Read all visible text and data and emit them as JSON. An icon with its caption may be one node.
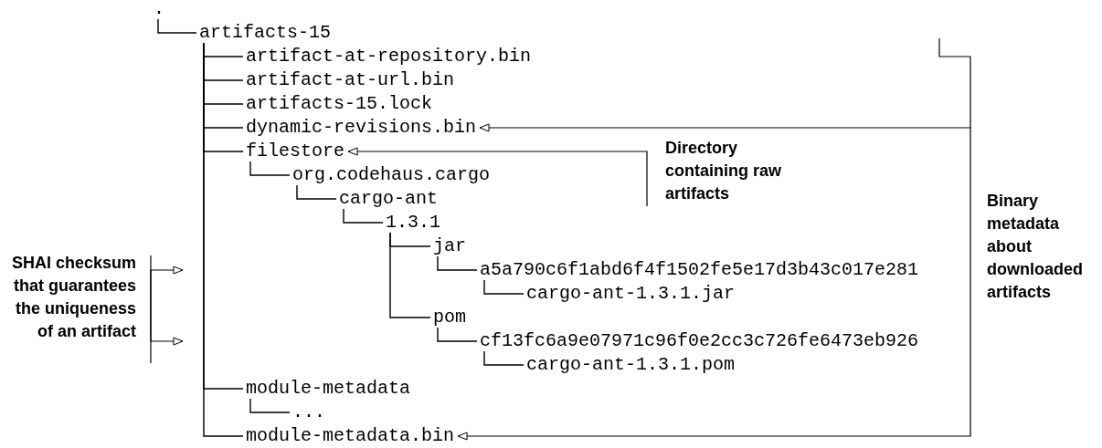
{
  "diagram": {
    "nodes": [
      {
        "text": [
          "."
        ]
      },
      {
        "text": [
          "artifacts-15"
        ]
      },
      {
        "text": [
          "artifact-at-repository.bin"
        ]
      },
      {
        "text": [
          "artifact-at-url.bin"
        ]
      },
      {
        "text": [
          "artifacts-15.lock"
        ]
      },
      {
        "text": [
          "dynamic-revisions.bin"
        ]
      },
      {
        "text": [
          "filestore"
        ]
      },
      {
        "text": [
          "org.codehaus.cargo"
        ]
      },
      {
        "text": [
          "cargo-ant"
        ]
      },
      {
        "text": [
          "1.3.1"
        ]
      },
      {
        "text": [
          "jar"
        ]
      },
      {
        "text": [
          "a5a790c6f1abd6f4f1502fe5e17d3b43c017e281"
        ]
      },
      {
        "text": [
          "cargo-ant-1.3.1.jar"
        ]
      },
      {
        "text": [
          "pom"
        ]
      },
      {
        "text": [
          "cf13fc6a9e07971c96f0e2cc3c726fe6473eb926"
        ]
      },
      {
        "text": [
          "cargo-ant-1.3.1.pom"
        ]
      },
      {
        "text": [
          "module-metadata"
        ]
      },
      {
        "text": [
          "..."
        ]
      },
      {
        "text": [
          "module-metadata.bin"
        ]
      },
      {
        "text": [
          "SHAI checksum that guarantees the uniqueness of an artifact"
        ]
      },
      {
        "text": [
          "Directory containing raw artifacts"
        ]
      },
      {
        "text": [
          "Binary metadata about downloaded artifacts"
        ]
      }
    ],
    "edges": [
      {
        "from": 0,
        "to": 1,
        "arrow": "none"
      },
      {
        "from": 1,
        "to": 2,
        "arrow": "none"
      },
      {
        "from": 1,
        "to": 3,
        "arrow": "none"
      },
      {
        "from": 1,
        "to": 4,
        "arrow": "none"
      },
      {
        "from": 1,
        "to": 5,
        "arrow": "none"
      },
      {
        "from": 1,
        "to": 6,
        "arrow": "none"
      },
      {
        "from": 6,
        "to": 7,
        "arrow": "none"
      },
      {
        "from": 7,
        "to": 8,
        "arrow": "none"
      },
      {
        "from": 8,
        "to": 9,
        "arrow": "none"
      },
      {
        "from": 9,
        "to": 10,
        "arrow": "none"
      },
      {
        "from": 10,
        "to": 11,
        "arrow": "none"
      },
      {
        "from": 11,
        "to": 12,
        "arrow": "none"
      },
      {
        "from": 9,
        "to": 13,
        "arrow": "none"
      },
      {
        "from": 13,
        "to": 14,
        "arrow": "none"
      },
      {
        "from": 14,
        "to": 15,
        "arrow": "none"
      },
      {
        "from": 1,
        "to": 16,
        "arrow": "none"
      },
      {
        "from": 16,
        "to": 17,
        "arrow": "none"
      },
      {
        "from": 1,
        "to": 18,
        "arrow": "none"
      },
      {
        "from": 19,
        "to": null,
        "arrow": "to"
      },
      {
        "from": 19,
        "to": null,
        "arrow": "to"
      },
      {
        "from": 20,
        "to": 6,
        "arrow": "to"
      },
      {
        "from": 21,
        "to": 5,
        "arrow": "to"
      },
      {
        "from": 21,
        "to": 18,
        "arrow": "to"
      }
    ]
  }
}
